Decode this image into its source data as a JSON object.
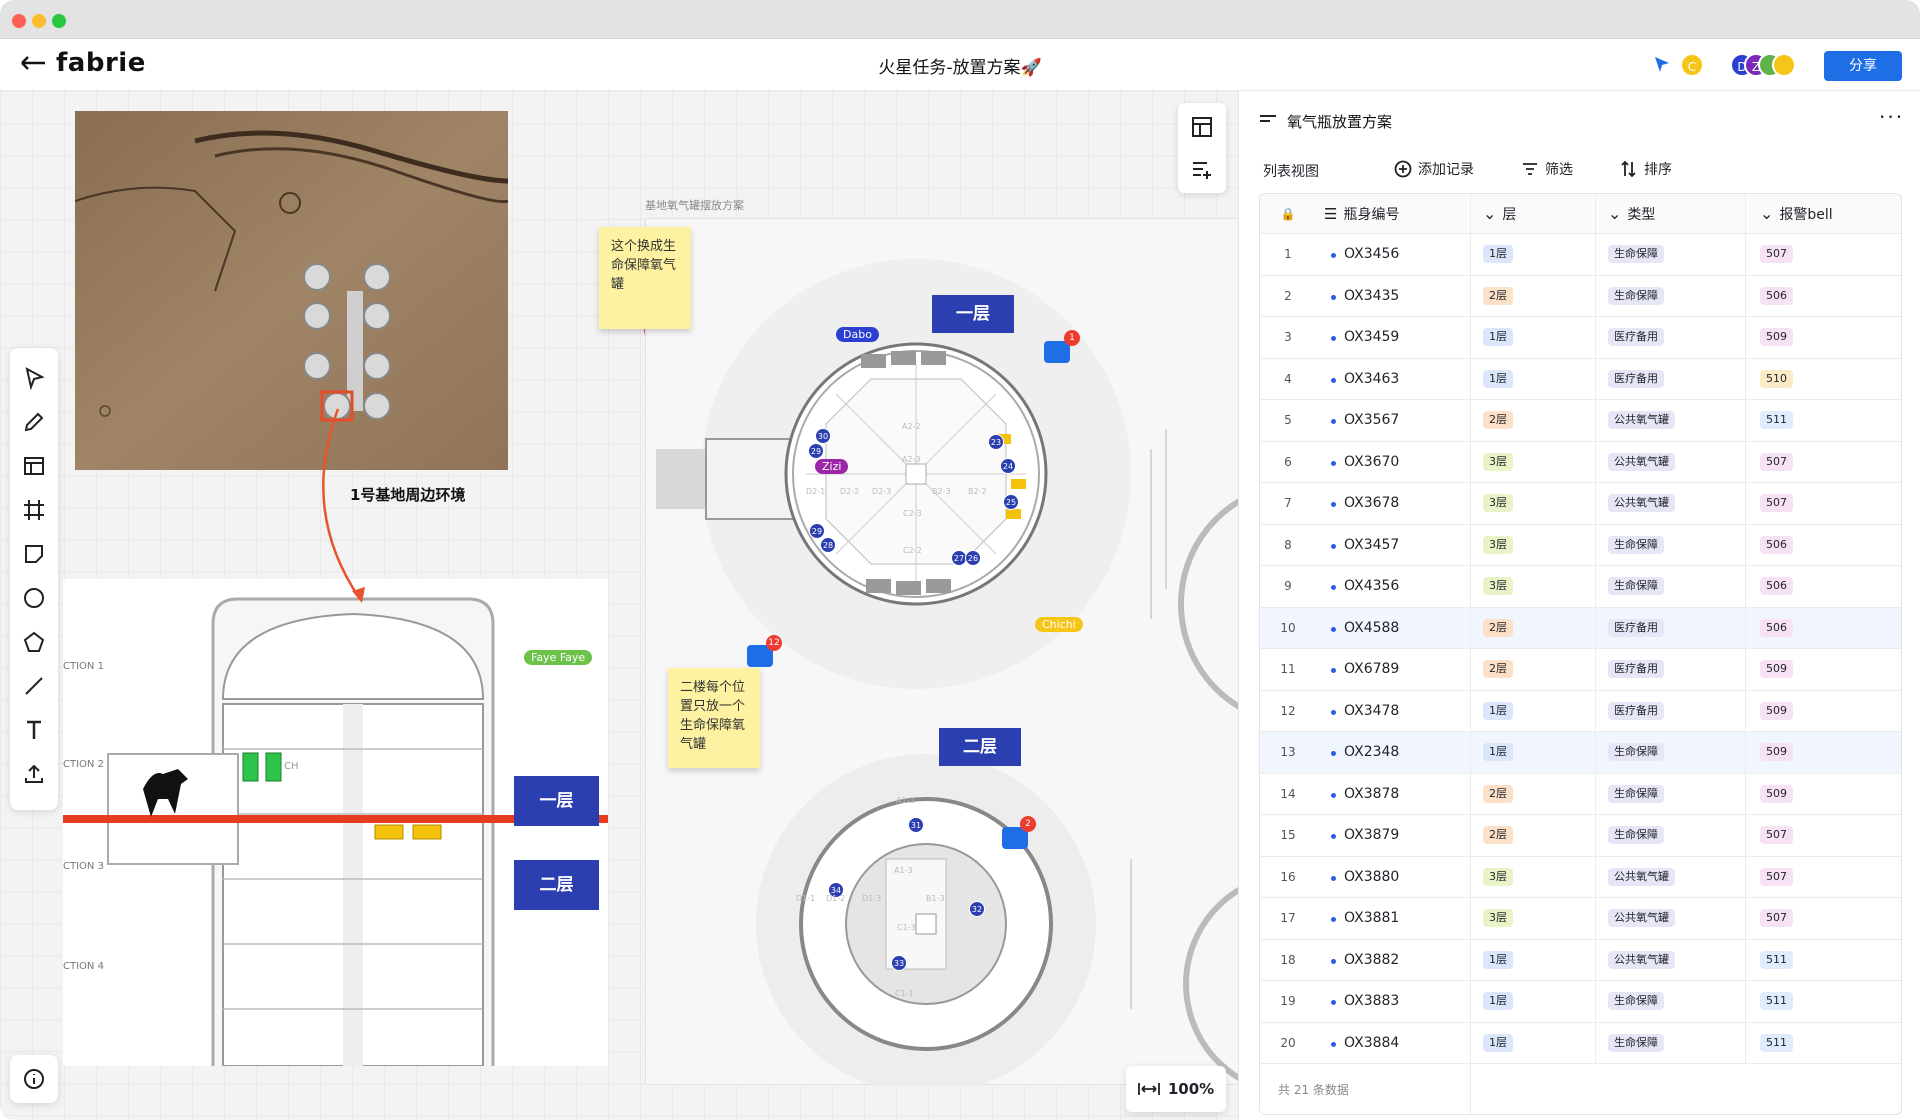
{
  "app": {
    "logo": "fabrie",
    "doc_title": "火星任务-放置方案🚀",
    "share_label": "分享",
    "avatars": [
      {
        "letter": "C",
        "color": "#f5c518"
      },
      {
        "letter": "D",
        "color": "#2b3fd0"
      },
      {
        "letter": "Z",
        "color": "#7b2ab8"
      },
      {
        "letter": "",
        "color": "#5fb34a"
      },
      {
        "letter": "",
        "color": "#f5c518"
      }
    ]
  },
  "canvas": {
    "image_caption": "1号基地周边环境",
    "frame_label": "基地氧气罐摆放方案",
    "sticky1": "这个换成生命保障氧气罐",
    "sticky2": "二楼每个位置只放一个生命保障氧气罐",
    "floor1_label": "一层",
    "floor2_label": "二层",
    "left_floor1": "一层",
    "left_floor2": "二层",
    "section_labels": [
      "CTION 1",
      "CTION 2",
      "CTION 3",
      "CTION 4"
    ],
    "ch_label": "CH",
    "cursors": [
      {
        "name": "Dabo",
        "color": "#2b3fd0"
      },
      {
        "name": "Zizi",
        "color": "#9b27a8"
      },
      {
        "name": "Chichi",
        "color": "#f5c518"
      },
      {
        "name": "Faye Faye",
        "color": "#6cc24a"
      }
    ],
    "comment_counts": [
      "1",
      "12",
      "2"
    ],
    "zoom": "100%",
    "upper_markers": [
      "30",
      "29",
      "23",
      "24",
      "25",
      "29",
      "28",
      "27",
      "26"
    ],
    "lower_markers": [
      "31",
      "34",
      "32",
      "33"
    ],
    "upper_labels": [
      "A2-2",
      "A2-3",
      "D2-1",
      "D2-2",
      "D2-3",
      "B2-3",
      "B2-2",
      "C2-3",
      "C2-2"
    ],
    "lower_labels": [
      "A1-1",
      "A1-3",
      "D1-1",
      "D1-2",
      "D1-3",
      "B1-3",
      "C1-3",
      "C1-1"
    ]
  },
  "panel": {
    "title": "氧气瓶放置方案",
    "toolbar": {
      "view": "列表视图",
      "add": "添加记录",
      "filter": "筛选",
      "sort": "排序"
    },
    "columns": {
      "id": "瓶身编号",
      "floor": "层",
      "type": "类型",
      "alarm": "报警bell"
    },
    "footer": "共 21 条数据",
    "rows": [
      {
        "n": "1",
        "id": "OX3456",
        "floor": "1层",
        "type": "生命保障",
        "alarm": "507"
      },
      {
        "n": "2",
        "id": "OX3435",
        "floor": "2层",
        "type": "生命保障",
        "alarm": "506"
      },
      {
        "n": "3",
        "id": "OX3459",
        "floor": "1层",
        "type": "医疗备用",
        "alarm": "509"
      },
      {
        "n": "4",
        "id": "OX3463",
        "floor": "1层",
        "type": "医疗备用",
        "alarm": "510"
      },
      {
        "n": "5",
        "id": "OX3567",
        "floor": "2层",
        "type": "公共氧气罐",
        "alarm": "511"
      },
      {
        "n": "6",
        "id": "OX3670",
        "floor": "3层",
        "type": "公共氧气罐",
        "alarm": "507"
      },
      {
        "n": "7",
        "id": "OX3678",
        "floor": "3层",
        "type": "公共氧气罐",
        "alarm": "507"
      },
      {
        "n": "8",
        "id": "OX3457",
        "floor": "3层",
        "type": "生命保障",
        "alarm": "506"
      },
      {
        "n": "9",
        "id": "OX4356",
        "floor": "3层",
        "type": "生命保障",
        "alarm": "506"
      },
      {
        "n": "10",
        "id": "OX4588",
        "floor": "2层",
        "type": "医疗备用",
        "alarm": "506"
      },
      {
        "n": "11",
        "id": "OX6789",
        "floor": "2层",
        "type": "医疗备用",
        "alarm": "509"
      },
      {
        "n": "12",
        "id": "OX3478",
        "floor": "1层",
        "type": "医疗备用",
        "alarm": "509"
      },
      {
        "n": "13",
        "id": "OX2348",
        "floor": "1层",
        "type": "生命保障",
        "alarm": "509"
      },
      {
        "n": "14",
        "id": "OX3878",
        "floor": "2层",
        "type": "生命保障",
        "alarm": "509"
      },
      {
        "n": "15",
        "id": "OX3879",
        "floor": "2层",
        "type": "生命保障",
        "alarm": "507"
      },
      {
        "n": "16",
        "id": "OX3880",
        "floor": "3层",
        "type": "公共氧气罐",
        "alarm": "507"
      },
      {
        "n": "17",
        "id": "OX3881",
        "floor": "3层",
        "type": "公共氧气罐",
        "alarm": "507"
      },
      {
        "n": "18",
        "id": "OX3882",
        "floor": "1层",
        "type": "公共氧气罐",
        "alarm": "511"
      },
      {
        "n": "19",
        "id": "OX3883",
        "floor": "1层",
        "type": "生命保障",
        "alarm": "511"
      },
      {
        "n": "20",
        "id": "OX3884",
        "floor": "1层",
        "type": "生命保障",
        "alarm": "511"
      }
    ]
  },
  "colors": {
    "accent": "#1e6fe6",
    "floor_btn": "#2b3fb0",
    "floor1_tag": "#dbe6fb",
    "floor2_tag": "#fde0c8",
    "floor3_tag": "#e8f3c7",
    "type_tag": "#e6e6f7",
    "alarm_tag": "#f6e2f2",
    "alarm_510": "#fdebc8",
    "alarm_511": "#e0ecfb"
  }
}
